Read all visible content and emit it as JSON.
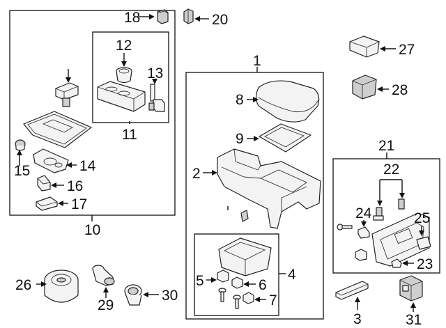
{
  "diagram": {
    "callouts": {
      "c1": "1",
      "c2": "2",
      "c3": "3",
      "c4": "4",
      "c5": "5",
      "c6": "6",
      "c7": "7",
      "c8": "8",
      "c9": "9",
      "c10": "10",
      "c11": "11",
      "c12": "12",
      "c13": "13",
      "c14": "14",
      "c15": "15",
      "c16": "16",
      "c17": "17",
      "c18": "18",
      "c20": "20",
      "c21": "21",
      "c22": "22",
      "c23": "23",
      "c24": "24",
      "c25": "25",
      "c26": "26",
      "c27": "27",
      "c28": "28",
      "c29": "29",
      "c30": "30",
      "c31": "31"
    }
  }
}
